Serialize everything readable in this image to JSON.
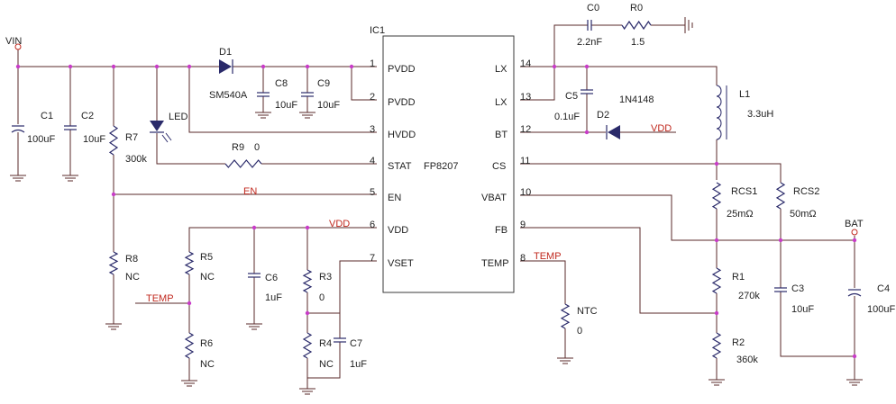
{
  "ic": {
    "ref": "IC1",
    "part": "FP8207",
    "left_pins": [
      {
        "num": "1",
        "name": "PVDD"
      },
      {
        "num": "2",
        "name": "PVDD"
      },
      {
        "num": "3",
        "name": "HVDD"
      },
      {
        "num": "4",
        "name": "STAT"
      },
      {
        "num": "5",
        "name": "EN"
      },
      {
        "num": "6",
        "name": "VDD"
      },
      {
        "num": "7",
        "name": "VSET"
      }
    ],
    "right_pins": [
      {
        "num": "14",
        "name": "LX"
      },
      {
        "num": "13",
        "name": "LX"
      },
      {
        "num": "12",
        "name": "BT"
      },
      {
        "num": "11",
        "name": "CS"
      },
      {
        "num": "10",
        "name": "VBAT"
      },
      {
        "num": "9",
        "name": "FB"
      },
      {
        "num": "8",
        "name": "TEMP"
      }
    ]
  },
  "ports": {
    "vin": "VIN",
    "bat": "BAT"
  },
  "nets": {
    "en": "EN",
    "vdd_left": "VDD",
    "vdd_right": "VDD",
    "temp_left": "TEMP",
    "temp_right": "TEMP"
  },
  "components": [
    {
      "id": "c1",
      "ref": "C1",
      "value": "100uF"
    },
    {
      "id": "c2",
      "ref": "C2",
      "value": "10uF"
    },
    {
      "id": "r7",
      "ref": "R7",
      "value": "300k"
    },
    {
      "id": "led",
      "ref": "LED",
      "value": ""
    },
    {
      "id": "d1",
      "ref": "D1",
      "value": "SM540A"
    },
    {
      "id": "c8",
      "ref": "C8",
      "value": "10uF"
    },
    {
      "id": "c9",
      "ref": "C9",
      "value": "10uF"
    },
    {
      "id": "r9",
      "ref": "R9",
      "value": "0"
    },
    {
      "id": "r8",
      "ref": "R8",
      "value": "NC"
    },
    {
      "id": "r5",
      "ref": "R5",
      "value": "NC"
    },
    {
      "id": "r6",
      "ref": "R6",
      "value": "NC"
    },
    {
      "id": "c6",
      "ref": "C6",
      "value": "1uF"
    },
    {
      "id": "r3",
      "ref": "R3",
      "value": "0"
    },
    {
      "id": "r4",
      "ref": "R4",
      "value": "NC"
    },
    {
      "id": "c7",
      "ref": "C7",
      "value": "1uF"
    },
    {
      "id": "c0",
      "ref": "C0",
      "value": "2.2nF"
    },
    {
      "id": "r0",
      "ref": "R0",
      "value": "1.5"
    },
    {
      "id": "c5",
      "ref": "C5",
      "value": "0.1uF"
    },
    {
      "id": "d2",
      "ref": "D2",
      "value": "1N4148"
    },
    {
      "id": "l1",
      "ref": "L1",
      "value": "3.3uH"
    },
    {
      "id": "rcs1",
      "ref": "RCS1",
      "value": "25mΩ"
    },
    {
      "id": "rcs2",
      "ref": "RCS2",
      "value": "50mΩ"
    },
    {
      "id": "r1",
      "ref": "R1",
      "value": "270k"
    },
    {
      "id": "r2",
      "ref": "R2",
      "value": "360k"
    },
    {
      "id": "c3",
      "ref": "C3",
      "value": "10uF"
    },
    {
      "id": "c4",
      "ref": "C4",
      "value": "100uF"
    },
    {
      "id": "ntc",
      "ref": "NTC",
      "value": "0"
    }
  ]
}
